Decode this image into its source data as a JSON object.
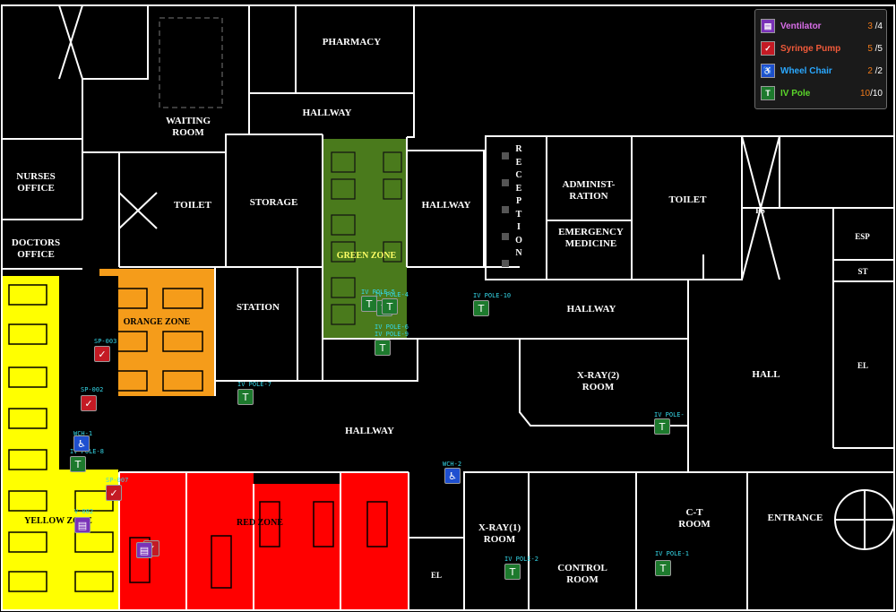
{
  "colors": {
    "background": "#000000",
    "wall": "#ffffff",
    "yellow_zone": "#ffff00",
    "orange_zone": "#f59c1a",
    "green_zone": "#4a7a1c",
    "red_zone": "#ff0000",
    "asset_tag": "#35d7e8"
  },
  "legend": {
    "items": [
      {
        "name": "Ventilator",
        "available": "3",
        "total": " /4",
        "color": "#d86ee8",
        "icon": "ventilator-icon"
      },
      {
        "name": "Syringe Pump",
        "available": "5",
        "total": " /5",
        "color": "#f05a3a",
        "icon": "syringe-pump-icon"
      },
      {
        "name": "Wheel Chair",
        "available": "2",
        "total": " /2",
        "color": "#2aa8ff",
        "icon": "wheel-chair-icon"
      },
      {
        "name": "IV Pole",
        "available": "10",
        "total": "/10",
        "color": "#5bd62a",
        "icon": "iv-pole-icon"
      }
    ]
  },
  "rooms": [
    {
      "id": "pharmacy",
      "label": "PHARMACY"
    },
    {
      "id": "hallway-top",
      "label": "HALLWAY"
    },
    {
      "id": "waiting-room",
      "label": "WAITING\nROOM"
    },
    {
      "id": "nurses-office",
      "label": "NURSES\nOFFICE"
    },
    {
      "id": "doctors-office",
      "label": "DOCTORS\nOFFICE"
    },
    {
      "id": "toilet-left",
      "label": "TOILET"
    },
    {
      "id": "storage",
      "label": "STORAGE"
    },
    {
      "id": "hallway-mid",
      "label": "HALLWAY"
    },
    {
      "id": "reception",
      "label": "R\nE\nC\nE\nP\nT\nI\nO\nN"
    },
    {
      "id": "administration",
      "label": "ADMINIST-\nRATION"
    },
    {
      "id": "emergency-medicine",
      "label": "EMERGENCY\nMEDICINE"
    },
    {
      "id": "toilet-right",
      "label": "TOILET"
    },
    {
      "id": "ps",
      "label": "PS"
    },
    {
      "id": "esp",
      "label": "ESP"
    },
    {
      "id": "st",
      "label": "ST"
    },
    {
      "id": "el-right",
      "label": "EL"
    },
    {
      "id": "station",
      "label": "STATION"
    },
    {
      "id": "hallway-east",
      "label": "HALLWAY"
    },
    {
      "id": "xray2",
      "label": "X-RAY(2)\nROOM"
    },
    {
      "id": "hall",
      "label": "HALL"
    },
    {
      "id": "hallway-main",
      "label": "HALLWAY"
    },
    {
      "id": "xray1",
      "label": "X-RAY(1)\nROOM"
    },
    {
      "id": "control-room",
      "label": "CONTROL\nROOM"
    },
    {
      "id": "ct-room",
      "label": "C-T\nROOM"
    },
    {
      "id": "entrance",
      "label": "ENTRANCE"
    },
    {
      "id": "el-bottom",
      "label": "EL"
    }
  ],
  "zones": [
    {
      "id": "green-zone",
      "label": "GREEN ZONE",
      "color": "#ffff66"
    },
    {
      "id": "orange-zone",
      "label": "ORANGE ZONE",
      "color": "#000000"
    },
    {
      "id": "yellow-zone",
      "label": "YELLOW ZONE",
      "color": "#000000"
    },
    {
      "id": "red-zone",
      "label": "RED ZONE",
      "color": "#000000"
    }
  ],
  "assets": [
    {
      "type": "iv",
      "icon": "iv-pole-icon",
      "tag": "IV POLE-4"
    },
    {
      "type": "iv",
      "icon": "iv-pole-icon",
      "tag": "IV POLE-6"
    },
    {
      "type": "iv",
      "icon": "iv-pole-icon",
      "tag": "IV POLE-9"
    },
    {
      "type": "iv",
      "icon": "iv-pole-icon",
      "tag": "IV POLE-10"
    },
    {
      "type": "iv",
      "icon": "iv-pole-icon",
      "tag": "IV POLE-7"
    },
    {
      "type": "iv",
      "icon": "iv-pole-icon",
      "tag": "IV POLE-8"
    },
    {
      "type": "iv",
      "icon": "iv-pole-icon",
      "tag": "IV POLE-2"
    },
    {
      "type": "iv",
      "icon": "iv-pole-icon",
      "tag": "IV POLE-1"
    },
    {
      "type": "iv",
      "icon": "iv-pole-icon",
      "tag": "IV POLE-"
    },
    {
      "type": "iv",
      "icon": "iv-pole-icon",
      "tag": "IV POLE-5"
    },
    {
      "type": "pump",
      "icon": "syringe-pump-icon",
      "tag": "SP-003"
    },
    {
      "type": "pump",
      "icon": "syringe-pump-icon",
      "tag": "SP-002"
    },
    {
      "type": "pump",
      "icon": "syringe-pump-icon",
      "tag": "SP-007"
    },
    {
      "type": "pump",
      "icon": "syringe-pump-icon",
      "tag": ""
    },
    {
      "type": "wheel",
      "icon": "wheel-chair-icon",
      "tag": "WCH-1"
    },
    {
      "type": "wheel",
      "icon": "wheel-chair-icon",
      "tag": "WCH-2"
    },
    {
      "type": "vent",
      "icon": "ventilator-icon",
      "tag": "V-002"
    },
    {
      "type": "vent",
      "icon": "ventilator-icon",
      "tag": ""
    }
  ]
}
